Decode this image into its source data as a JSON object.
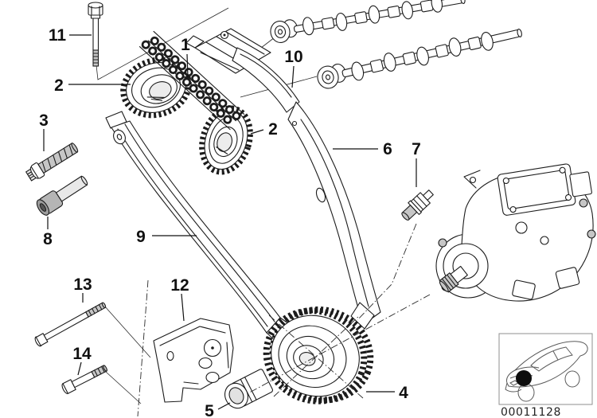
{
  "callouts": {
    "c1": "1",
    "c2a": "2",
    "c2b": "2",
    "c3": "3",
    "c4": "4",
    "c5": "5",
    "c6": "6",
    "c7": "7",
    "c8": "8",
    "c9": "9",
    "c10": "10",
    "c11": "11",
    "c12": "12",
    "c13": "13",
    "c14": "14"
  },
  "footer": {
    "diagram_number": "00011128"
  },
  "icons": {
    "car_location": "car-location-icon"
  },
  "colors": {
    "line": "#1c1c1c",
    "metal_light": "#e6e6e6",
    "metal_mid": "#c6c6c6",
    "metal_dark": "#9e9e9e",
    "background": "#ffffff",
    "box_border": "#8f8f8f",
    "location_dot": "#0d0d0d"
  }
}
